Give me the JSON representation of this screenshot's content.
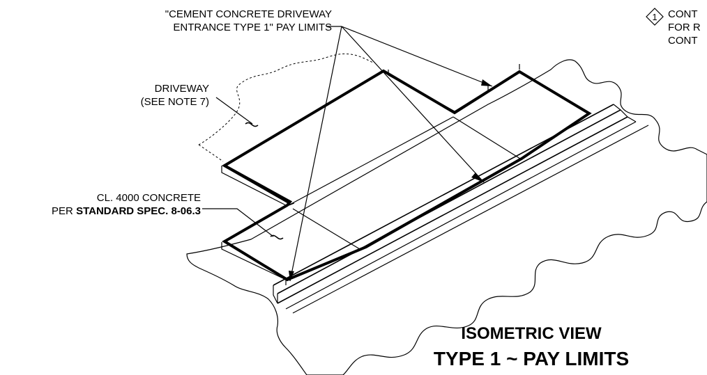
{
  "labels": {
    "pay_limits_line1": "\"CEMENT CONCRETE DRIVEWAY",
    "pay_limits_line2": "ENTRANCE TYPE 1\" PAY LIMITS",
    "driveway_line1": "DRIVEWAY",
    "driveway_line2": "(SEE NOTE 7)",
    "concrete_line1": "CL. 4000 CONCRETE",
    "concrete_line2_prefix": "PER ",
    "concrete_line2_bold": "STANDARD SPEC. 8-06.3"
  },
  "note": {
    "number": "1",
    "line1": "CONT",
    "line2": "FOR R",
    "line3": "CONT"
  },
  "titles": {
    "view": "ISOMETRIC VIEW",
    "main": "TYPE 1 ~ PAY LIMITS"
  }
}
